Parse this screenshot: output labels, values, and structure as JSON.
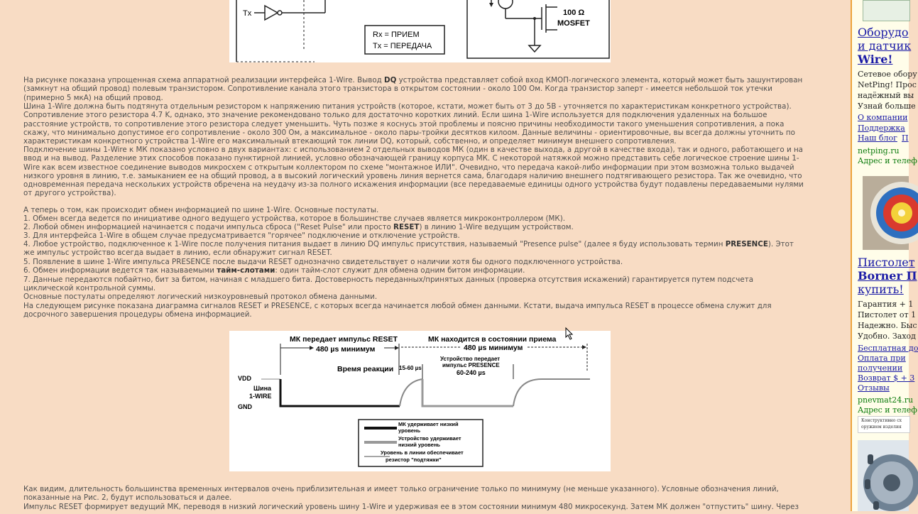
{
  "fig1": {
    "tx": "Tx",
    "legend_rx": "Rx = ПРИЕМ",
    "legend_tx": "Tx = ПЕРЕДАЧА",
    "mosfet_1": "100 Ω",
    "mosfet_2": "MOSFET"
  },
  "article": {
    "p1": [
      {
        "t": "На рисунке показана упрощенная схема аппаратной реализации интерфейса 1-Wire. Вывод "
      },
      {
        "t": "DQ",
        "b": true
      },
      {
        "t": " устройства представляет собой вход КМОП-логического элемента, который может быть зашунтирован (замкнут на общий провод) полевым транзистором. Сопротивление канала этого транзистора в открытом состоянии - около 100 Ом. Когда транзистор заперт - имеется небольшой ток утечки (примерно 5 мкА) на общий провод."
      }
    ],
    "p2": "Шина 1-Wire должна быть подтянута отдельным резистором к напряжению питания устройств (которое, кстати, может быть от 3 до 5В - уточняется по характеристикам конкретного устройства). Сопротивление этого резистора 4.7 K, однако, это значение рекомендовано только для достаточно коротких линий. Если шина 1-Wire используется для подключения удаленных на большое расстояние устройств, то сопротивление этого резистора следует уменьшить. Чуть позже я коснусь этой проблемы и поясню причины необходимости такого уменьшения сопротивления, а пока скажу, что минимально допустимое его сопротивление - около 300 Ом, а максимальное - около пары-тройки десятков килоом. Данные величины - ориентировочные, вы всегда должны уточнить по характеристикам конкретного устройства 1-Wire его максимальный втекающий ток линии DQ, который, собственно, и определяет минимум внешнего сопротивления.",
    "p3": "Подключение шины 1-Wire к МК показано условно в двух вариантах: с использованием 2 отдельных выводов МК (один в качестве выхода, а другой в качестве входа), так и одного, работающего и на ввод и на вывод. Разделение этих способов показано пунктирной линией, условно обозначающей границу корпуса МК. С некоторой натяжкой можно представить себе логическое строение шины 1-Wire как всем известное соединение выводов микросхем с открытым коллектором по схеме \"монтажное ИЛИ\". Очевидно, что передача какой-либо информации при этом возможна только выдачей низкого уровня в линию, т.е. замыканием ее на общий провод, а в высокий логический уровень линия вернется сама, благодаря наличию внешнего подтягивающего резистора. Так же очевидно, что одновременная передача нескольких устройств обречена на неудачу из-за полного искажения информации (все передаваемые единицы одного устройства будут подавлены передаваемыми нулями от другого устройства).",
    "p4": "А теперь о том, как происходит обмен информацией по шине 1-Wire. Основные постулаты.",
    "item1": "1. Обмен всегда ведется по инициативе одного ведущего устройства, которое в большинстве случаев является микроконтроллером (МК).",
    "item2": [
      {
        "t": "2. Любой обмен информацией начинается с подачи импульса сброса (\"Reset Pulse\" или просто "
      },
      {
        "t": "RESET",
        "b": true
      },
      {
        "t": ") в линию 1-Wire ведущим устройством."
      }
    ],
    "item3": "3. Для интерфейса 1-Wire в общем случае предусматривается \"горячее\" подключение и отключение устройств.",
    "item4": [
      {
        "t": "4. Любое устройство, подключенное к 1-Wire после получения питания выдает в линию DQ импульс присутствия, называемый \"Presence pulse\" (далее я буду использовать термин "
      },
      {
        "t": "PRESENCE",
        "b": true
      },
      {
        "t": "). Этот же импульс устройство всегда выдает в линию, если обнаружит сигнал RESET."
      }
    ],
    "item5": "5. Появление в шине 1-Wire импульса PRESENCE после выдачи RESET однозначно свидетельствует о наличии хотя бы одного подключенного устройства.",
    "item6": [
      {
        "t": "6. Обмен информации ведется так называемыми "
      },
      {
        "t": "тайм-слотами",
        "b": true
      },
      {
        "t": ": один тайм-слот служит для обмена одним битом информации."
      }
    ],
    "item7": "7. Данные передаются побайтно, бит за битом, начиная с младшего бита. Достоверность переданных/принятых данных (проверка отсутствия искажений) гарантируется путем подсчета циклической контрольной суммы.",
    "p5": "Основные постулаты определяют логический низкоуровневый протокол обмена данными.",
    "p6": "На следующем рисунке показана диаграмма сигналов RESET и PRESENCE, с которых всегда начинается любой обмен данными. Кстати, выдача импульса RESET в процессе обмена служит для досрочного завершения процедуры обмена информацией.",
    "p7": "Как видим, длительность большинства временных интервалов очень приблизительная и имеет только ограничение только по минимуму (не меньше указанного). Условные обозначения линий, показанные на Рис. 2, будут использоваться и далее.",
    "p8": "Импульс RESET формирует ведущий МК, переводя в низкий логический уровень шину 1-Wire и удерживая ее в этом состоянии минимум 480 микросекунд. Затем МК должен \"отпустить\" шину. Через"
  },
  "fig2": {
    "mk_reset": "МК передает импульс RESET",
    "mk_reset_dur": "480 µs минимум",
    "mk_recv": "МК находится в состоянии приема",
    "mk_recv_dur": "480 µs минимум",
    "reaction": "Время реакции",
    "t1560": "15-60 µs",
    "dev_line1": "Устройство передает",
    "dev_line2": "импульс PRESENCE",
    "dev_dur": "60-240 µs",
    "vdd": "VDD",
    "bus1": "Шина",
    "bus2": "1-WIRE",
    "gnd": "GND",
    "leg1a": "МК удерживает низкий",
    "leg1b": "уровень",
    "leg2a": "Устройство удерживает",
    "leg2b": "низкий уровень",
    "leg3a": "Уровень в линии обеспечивает",
    "leg3b": "резистор \"подтяжки\""
  },
  "sidebar": {
    "ad1_title_1": "Оборудо",
    "ad1_title_2": "и датчик",
    "ad1_title_3": "Wire!",
    "ad1_t1": "Сетевое обору",
    "ad1_t2": "NetPing! Прос",
    "ad1_t3": "надёжный вы",
    "ad1_t4": "Узнай больше",
    "ad1_l1": "О компании",
    "ad1_l2": "Поддержка",
    "ad1_l3": "Наш блог",
    "ad1_l3b": "П",
    "ad1_domain": "netping.ru",
    "ad1_addr": "Адрес и телеф",
    "ad2_title_1": "Пистолет",
    "ad2_title_2": "Borner П",
    "ad2_title_3": "купить!",
    "ad2_t1": "Гарантия + 1",
    "ad2_t2": "Пистолет от 1",
    "ad2_t3": "Надежно. Быс",
    "ad2_t4": "Удобно. Заход",
    "ad2_l1": "Бесплатная до",
    "ad2_l2": "Оплата при",
    "ad2_l3": "получении",
    "ad2_l4": "Возврат $ + 3",
    "ad2_l5": "Отзывы",
    "ad2_domain": "pnevmat24.ru",
    "ad2_addr": "Адрес и телеф",
    "ad2_small1": "Конструктивно сх",
    "ad2_small2": "оружием изделия"
  }
}
